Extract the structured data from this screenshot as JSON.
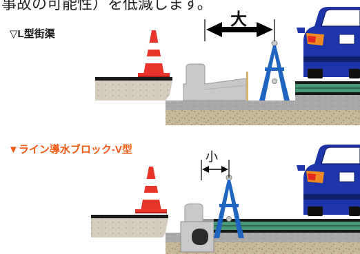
{
  "header": {
    "intro_text": "事故の可能性）を低減します。"
  },
  "sections": {
    "l_gutter": {
      "title": "▽L型街渠",
      "width_label": "大"
    },
    "line_drain": {
      "title": "▼ライン導水ブロック-V型",
      "width_label": "小"
    }
  },
  "colors": {
    "accent_orange": "#f05a14",
    "arrow_blue": "#1f64c0",
    "car_blue": "#1d35a8",
    "cone_red": "#e8332a",
    "drain_green": "#4a9a78"
  },
  "icons": [
    "traffic-cone-icon",
    "a-frame-barricade-icon",
    "car-icon"
  ]
}
